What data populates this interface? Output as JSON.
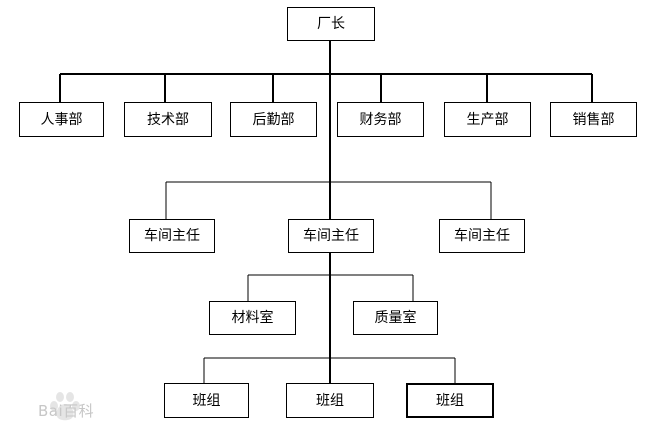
{
  "org_chart": {
    "root": "厂长",
    "departments": [
      "人事部",
      "技术部",
      "后勤部",
      "财务部",
      "生产部",
      "销售部"
    ],
    "directors": [
      "车间主任",
      "车间主任",
      "车间主任"
    ],
    "rooms": [
      "材料室",
      "质量室"
    ],
    "teams": [
      "班组",
      "班组",
      "班组"
    ]
  },
  "watermark": {
    "text": "Bai百科"
  }
}
